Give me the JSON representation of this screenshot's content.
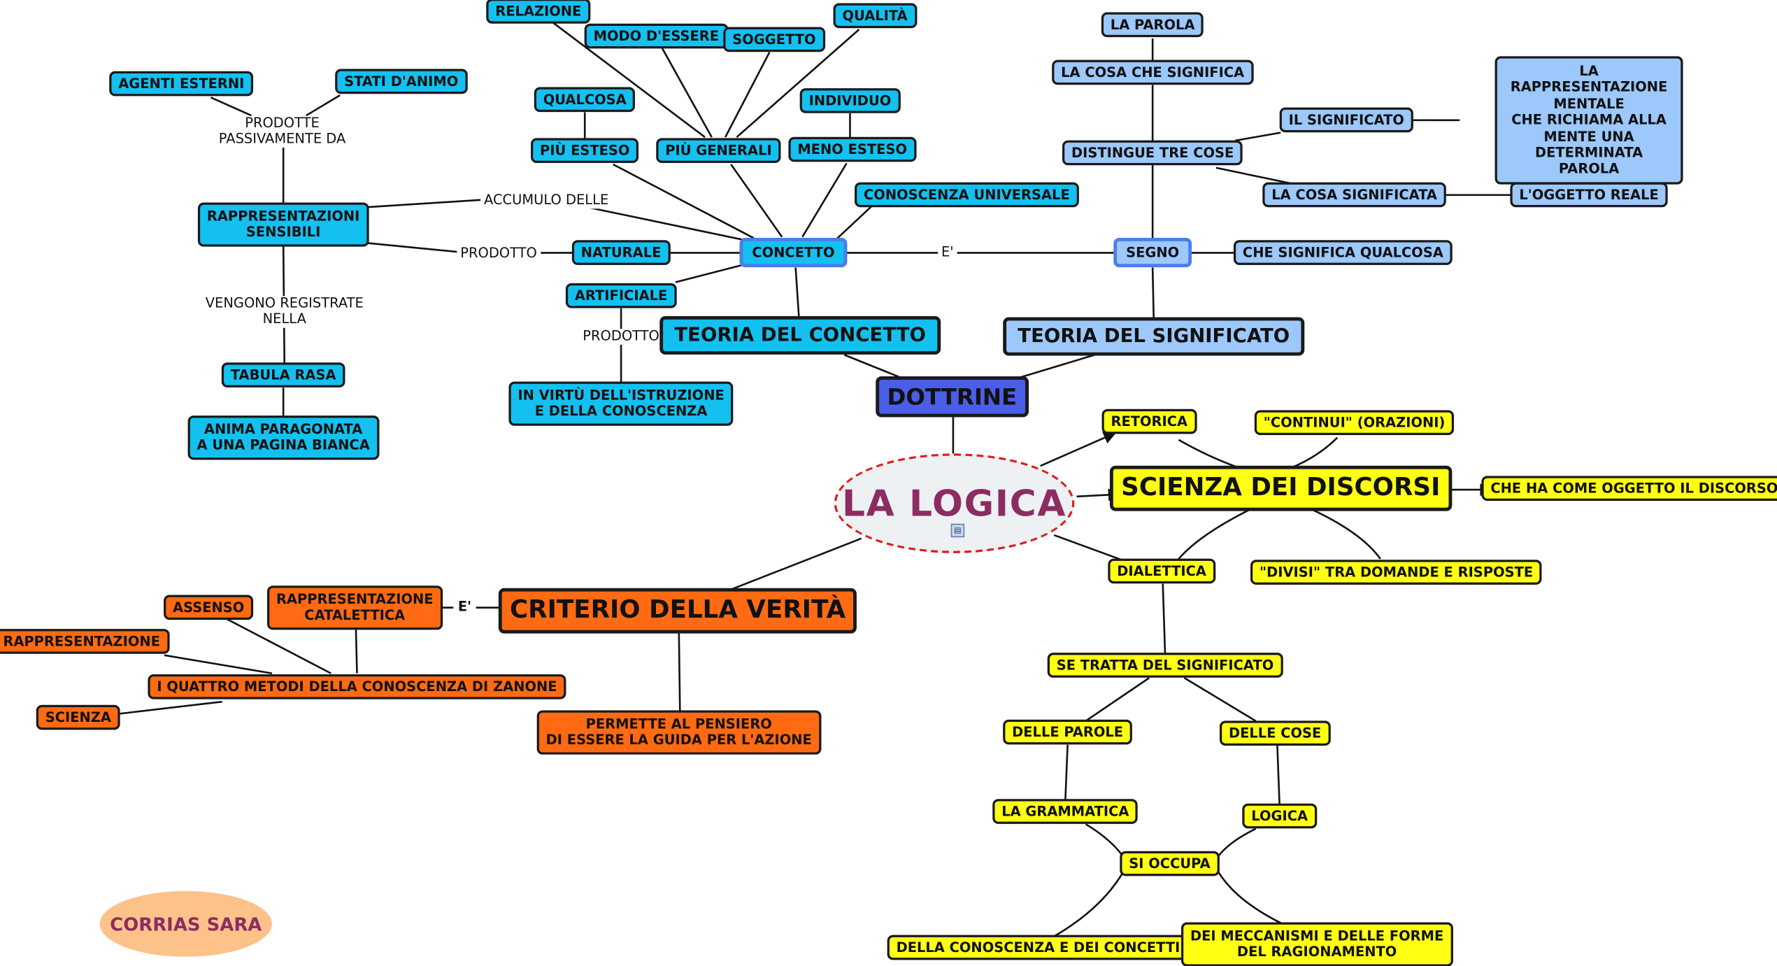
{
  "central": "LA LOGICA",
  "author": "CORRIAS SARA",
  "colors": {
    "blue": "#14c0f0",
    "light_blue": "#9cc8fb",
    "yellow": "#ffff14",
    "orange": "#ff6a12",
    "dottrine": "#4a5ee8",
    "center_text": "#8c2c62"
  },
  "blue": {
    "relazione": "RELAZIONE",
    "modo_essere": "MODO D'ESSERE",
    "soggetto": "SOGGETTO",
    "qualita": "QUALITÀ",
    "qualcosa": "QUALCOSA",
    "individuo": "INDIVIDUO",
    "piu_esteso": "PIÙ ESTESO",
    "piu_generali": "PIÙ GENERALI",
    "meno_esteso": "MENO ESTESO",
    "conoscenza_universale": "CONOSCENZA UNIVERSALE",
    "agenti_esterni": "AGENTI ESTERNI",
    "stati_animo": "STATI D'ANIMO",
    "rappresentazioni": "RAPPRESENTAZIONI\nSENSIBILI",
    "naturale": "NATURALE",
    "concetto": "CONCETTO",
    "artificiale": "ARTIFICIALE",
    "teoria_concetto": "TEORIA DEL CONCETTO",
    "tabula_rasa": "TABULA RASA",
    "anima": "ANIMA PARAGONATA\nA UNA PAGINA BIANCA",
    "istruzione": "IN VIRTÙ DELL'ISTRUZIONE\nE DELLA CONOSCENZA"
  },
  "light_blue": {
    "la_parola": "LA PAROLA",
    "cosa_significa": "LA COSA CHE SIGNIFICA",
    "il_significato": "IL SIGNIFICATO",
    "rappresentazione_mentale": "LA RAPPRESENTAZIONE MENTALE\nCHE RICHIAMA ALLA MENTE UNA\nDETERMINATA PAROLA",
    "distingue": "DISTINGUE TRE COSE",
    "cosa_significata": "LA COSA SIGNIFICATA",
    "oggetto_reale": "L'OGGETTO REALE",
    "segno": "SEGNO",
    "che_significa": "CHE SIGNIFICA QUALCOSA",
    "teoria_significato": "TEORIA DEL SIGNIFICATO"
  },
  "dottrine": "DOTTRINE",
  "yellow": {
    "retorica": "RETORICA",
    "continui": "\"CONTINUI\" (ORAZIONI)",
    "scienza": "SCIENZA DEI DISCORSI",
    "oggetto_discorso": "CHE HA COME OGGETTO IL DISCORSO",
    "dialettica": "DIALETTICA",
    "divisi": "\"DIVISI\" TRA DOMANDE E RISPOSTE",
    "se_tratta": "SE TRATTA DEL SIGNIFICATO",
    "delle_parole": "DELLE PAROLE",
    "delle_cose": "DELLE COSE",
    "grammatica": "LA GRAMMATICA",
    "logica": "LOGICA",
    "si_occupa": "SI OCCUPA",
    "conoscenza_concetti": "DELLA CONOSCENZA E DEI CONCETTI",
    "meccanismi": "DEI MECCANISMI E DELLE FORME\nDEL RAGIONAMENTO"
  },
  "orange": {
    "assenso": "ASSENSO",
    "catalettica": "RAPPRESENTAZIONE\nCATALETTICA",
    "criterio": "CRITERIO DELLA VERITÀ",
    "rappresentazione": "RAPPRESENTAZIONE",
    "quattro_metodi": "I QUATTRO METODI DELLA CONOSCENZA DI ZANONE",
    "scienza": "SCIENZA",
    "permette": "PERMETTE AL PENSIERO\nDI ESSERE LA GUIDA PER L'AZIONE"
  },
  "labels": {
    "prodotte": "PRODOTTE PASSIVAMENTE DA",
    "accumulo": "ACCUMULO DELLE",
    "prodotto_1": "PRODOTTO",
    "vengono": "VENGONO REGISTRATE NELLA",
    "prodotto_2": "PRODOTTO",
    "e_1": "E'",
    "e_2": "E'"
  }
}
